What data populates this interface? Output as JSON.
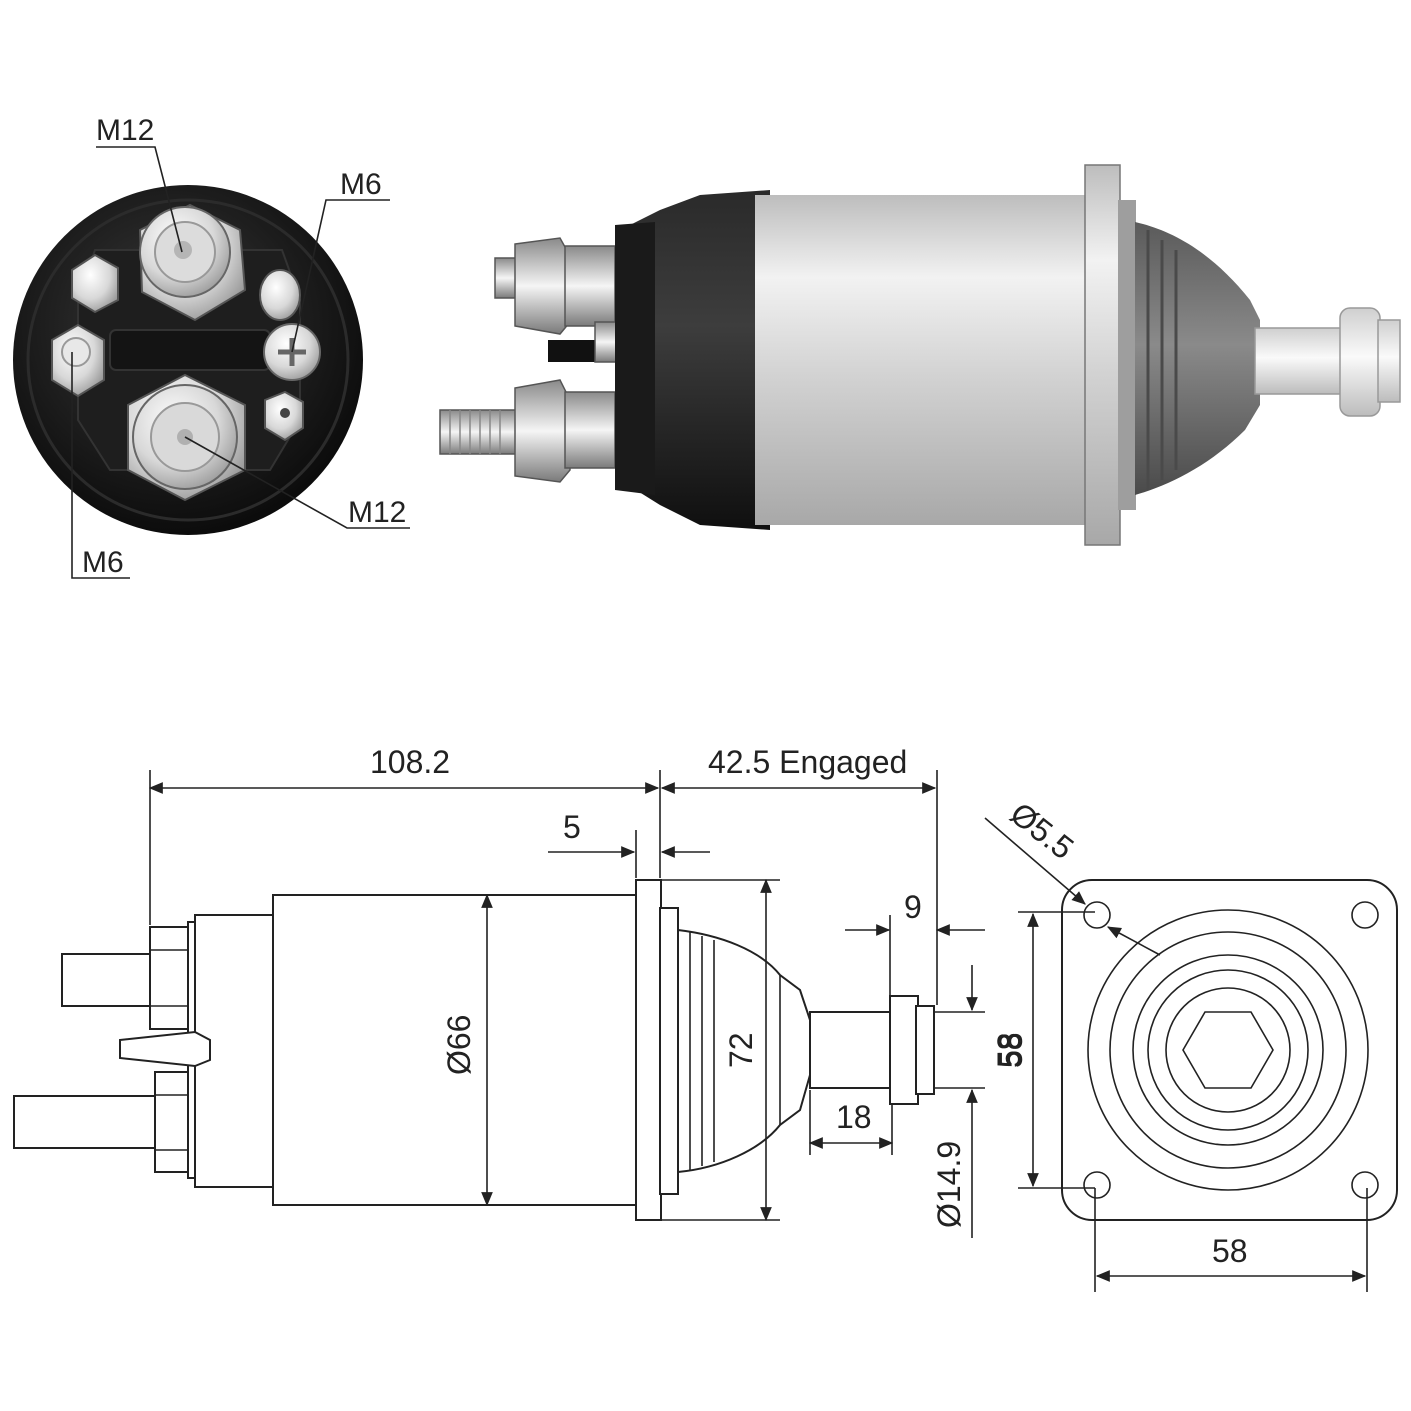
{
  "colors": {
    "ink": "#222222",
    "housing_black": "#151515",
    "steel_light": "#e4e4e4",
    "steel_mid": "#b6b6b6",
    "boot_grey": "#6e6e6e",
    "plunger_white": "#ececec"
  },
  "end_view_labels": {
    "top_terminal": "M12",
    "right_terminal": "M6",
    "bottom_terminal": "M12",
    "left_terminal": "M6"
  },
  "dimensions": {
    "overall_length": "108.2",
    "engaged_travel": "42.5 Engaged",
    "flange_thickness": "5",
    "plunger_tip_length": "9",
    "body_diameter": "Ø66",
    "boot_height": "72",
    "plunger_length": "18",
    "plunger_diameter": "Ø14.9",
    "tip_height": "58",
    "mount_hole": "Ø5.5",
    "flange_height": "58",
    "flange_width": "58"
  }
}
